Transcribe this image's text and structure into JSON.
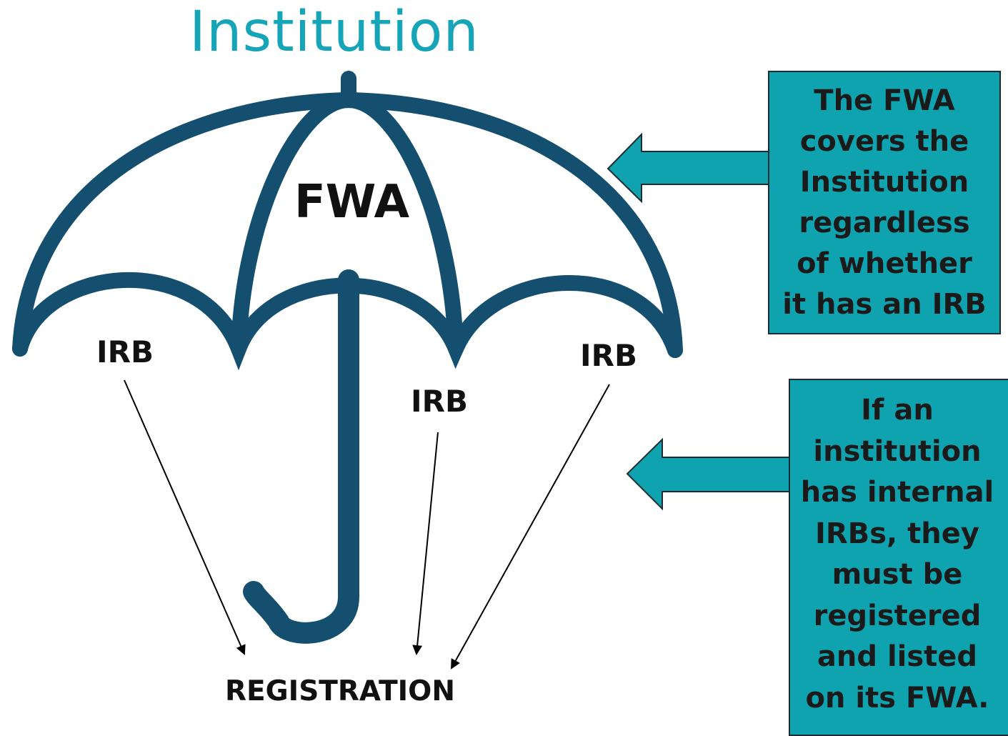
{
  "title": "Institution",
  "umbrella": {
    "canopy_label": "FWA",
    "irb_labels": [
      "IRB",
      "IRB",
      "IRB"
    ]
  },
  "registration_label": "REGISTRATION",
  "callouts": [
    {
      "lines": [
        "The FWA",
        "covers the",
        "Institution",
        "regardless",
        "of whether",
        "it has an IRB"
      ]
    },
    {
      "lines": [
        "If an",
        "institution",
        "has internal",
        "IRBs, they",
        "must be",
        "registered",
        "and listed",
        "on its FWA."
      ]
    }
  ],
  "colors": {
    "umbrella": "#144f70",
    "title": "#16a5b8",
    "callout_fill": "#0fa3b0",
    "arrow_fill": "#0fa3b0"
  }
}
